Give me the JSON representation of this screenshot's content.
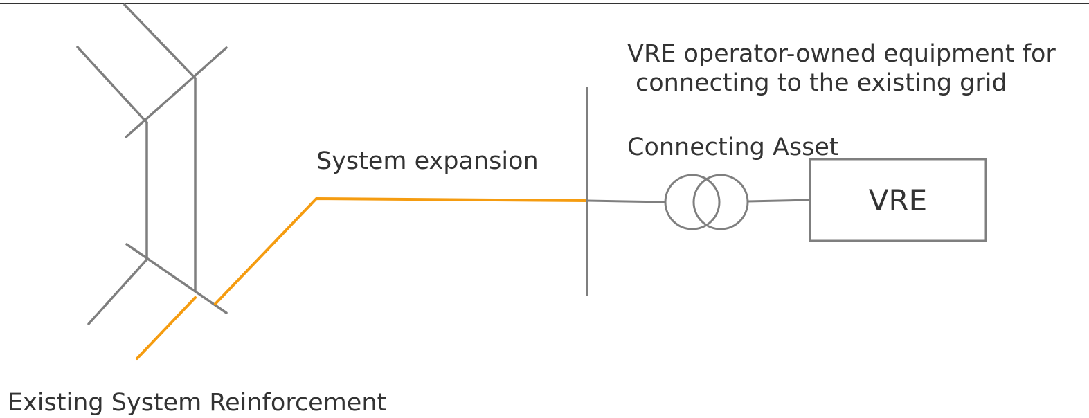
{
  "labels": {
    "vre_equipment_line1": "VRE operator-owned equipment for",
    "vre_equipment_line2": "connecting to the existing grid",
    "connecting_asset": "Connecting Asset",
    "system_expansion": "System expansion",
    "vre": "VRE",
    "existing_reinforcement": "Existing System Reinforcement"
  },
  "colors": {
    "existing_grid": "#7f7f7f",
    "expansion": "#f59c10",
    "text": "#333333",
    "top_border": "#333333"
  }
}
